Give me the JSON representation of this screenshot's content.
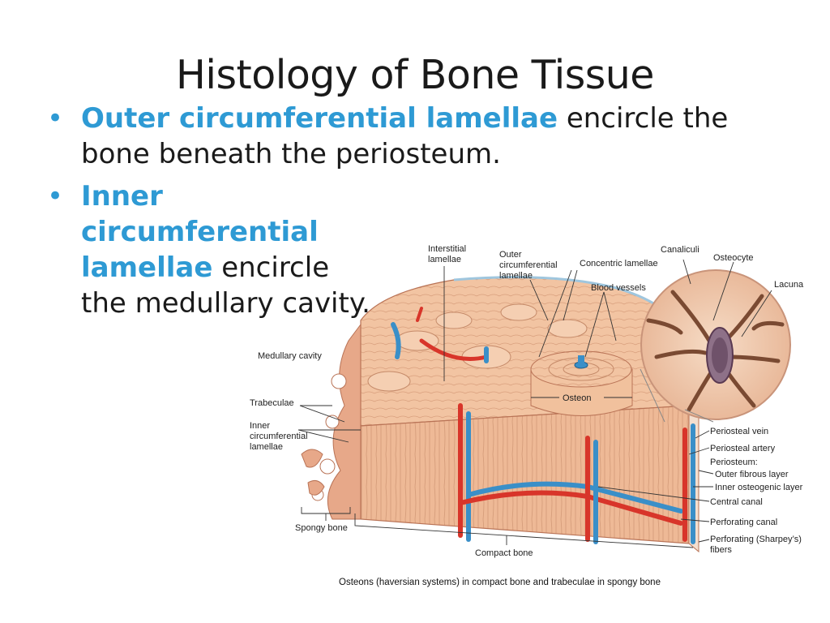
{
  "slide": {
    "title": "Histology of Bone Tissue",
    "bullets": [
      {
        "highlight": "Outer circumferential lamellae",
        "rest": " encircle the bone beneath the periosteum."
      },
      {
        "highlight": "Inner circumferential lamellae",
        "rest": " encircle the medullary cavity."
      }
    ],
    "accent_color": "#2e9ad4"
  },
  "diagram": {
    "labels": {
      "interstitial_1": "Interstitial",
      "interstitial_2": "lamellae",
      "outer_circ_1": "Outer",
      "outer_circ_2": "circumferential",
      "outer_circ_3": "lamellae",
      "concentric": "Concentric lamellae",
      "canaliculi": "Canaliculi",
      "osteocyte": "Osteocyte",
      "lacuna": "Lacuna",
      "blood_vessels": "Blood vessels",
      "medullary_cavity": "Medullary cavity",
      "osteon": "Osteon",
      "trabeculae": "Trabeculae",
      "inner_circ_1": "Inner",
      "inner_circ_2": "circumferential",
      "inner_circ_3": "lamellae",
      "periosteal_vein": "Periosteal vein",
      "periosteal_artery": "Periosteal artery",
      "periosteum": "Periosteum:",
      "outer_fibrous": "Outer fibrous layer",
      "inner_osteogenic": "Inner osteogenic layer",
      "central_canal": "Central canal",
      "perforating_canal": "Perforating canal",
      "sharpeys_1": "Perforating (Sharpey’s)",
      "sharpeys_2": "fibers",
      "spongy_bone": "Spongy bone",
      "compact_bone": "Compact bone"
    },
    "caption": "Osteons (haversian systems) in compact bone and trabeculae in spongy bone"
  }
}
